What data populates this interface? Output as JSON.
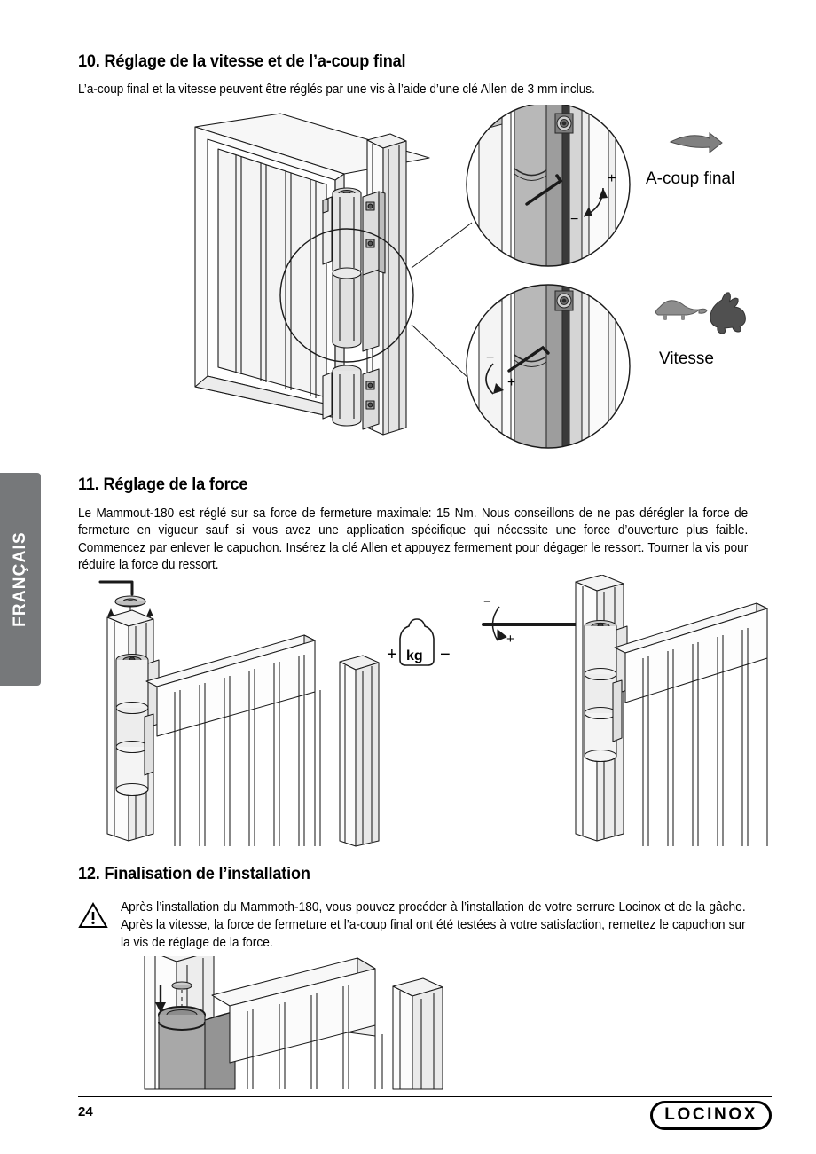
{
  "page": {
    "number": "24",
    "language_tab": "FRANÇAIS",
    "brand": "LOCINOX"
  },
  "sections": [
    {
      "id": "section-10",
      "heading": "10. Réglage de la vitesse et de l’a-coup final",
      "intro": "L’a-coup final et la vitesse peuvent être réglés par une vis à l’aide d’une clé Allen de 3 mm inclus.",
      "figure": {
        "name": "gate-hinge-adjustment-diagram",
        "callouts": [
          {
            "label": "A-coup final",
            "icon": "slow-arrow-icon"
          },
          {
            "label": "Vitesse",
            "icon": "turtle-rabbit-icon"
          }
        ],
        "detail_circles": [
          {
            "plus": "+",
            "minus": "−",
            "name": "final-snap-detail"
          },
          {
            "plus": "+",
            "minus": "−",
            "name": "speed-detail"
          }
        ]
      }
    },
    {
      "id": "section-11",
      "heading": "11. Réglage de la force",
      "body": "Le Mammout-180 est réglé sur sa force de fermeture maximale: 15 Nm. Nous conseillons de ne pas dérégler la force de fermeture en vigueur sauf si vous avez une application spécifique qui nécessite une force d’ouverture plus faible. Commencez par enlever le capuchon. Insérez la clé Allen et appuyez fermement pour dégager le ressort. Tourner la vis pour réduire la force du ressort.",
      "figure": {
        "name": "force-adjustment-diagram",
        "weight_icon_label": "kg",
        "weight_plus": "+",
        "weight_minus": "−",
        "rotation_plus": "+",
        "rotation_minus": "−"
      }
    },
    {
      "id": "section-12",
      "heading": "12. Finalisation de l’installation",
      "warning": "Après l’installation du Mammoth-180, vous pouvez procéder à l’installation de votre serrure Locinox et de la gâche. Après la  vitesse, la force de fermeture et  l’a-coup final ont été testées à votre satisfaction, remettez le capuchon sur la vis de réglage de la force.",
      "figure": {
        "name": "cap-replacement-diagram"
      }
    }
  ],
  "colors": {
    "tab_gray": "#76787a",
    "line": "#000000",
    "fill_light": "#f2f2f2",
    "fill_mid": "#c8c8c8",
    "fill_dark": "#8a8a8a"
  }
}
